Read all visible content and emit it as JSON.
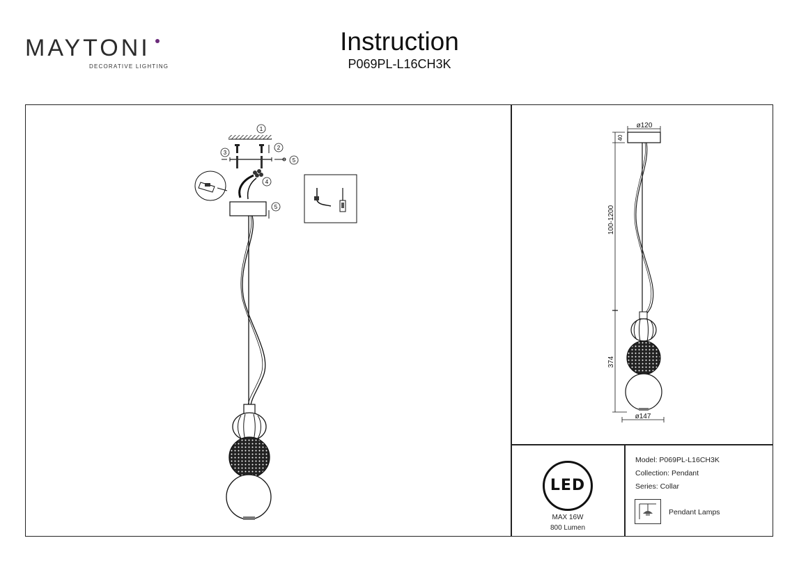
{
  "brand": {
    "name": "MAYTONI",
    "tagline": "DECORATIVE LIGHTING",
    "accent_color": "#6b2a7a"
  },
  "header": {
    "title": "Instruction",
    "model_code": "P069PL-L16CH3K"
  },
  "callouts": [
    "1",
    "2",
    "3",
    "4",
    "5",
    "5"
  ],
  "dimensions": {
    "canopy_diameter": "ø120",
    "canopy_height": "40",
    "cable_length": "100-1200",
    "shade_height": "374",
    "shade_diameter": "ø147"
  },
  "specs": {
    "led_label": "LED",
    "power": "MAX 16W",
    "lumen": "800 Lumen"
  },
  "info": {
    "model": "Model: P069PL-L16CH3K",
    "collection": "Collection: Pendant",
    "series": "Series: Collar",
    "type": "Pendant Lamps",
    "type_icon": "pendant-lamp-icon"
  }
}
